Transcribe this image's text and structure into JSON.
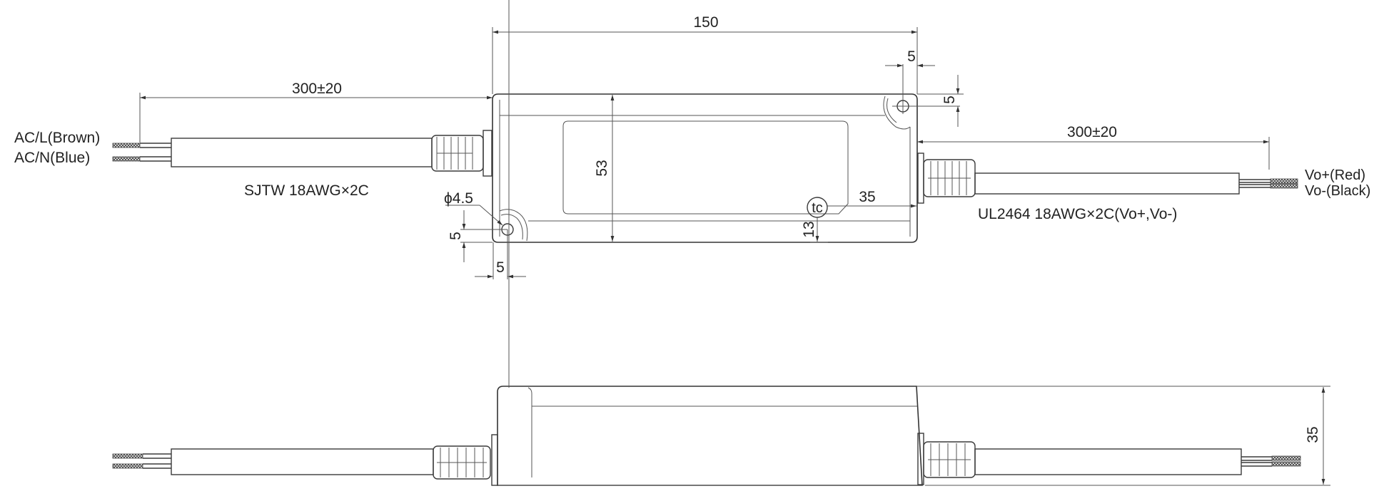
{
  "top_view": {
    "overall_length": "150",
    "input_cable_length": "300±20",
    "output_cable_length": "300±20",
    "height": "53",
    "mount_hole_offset_x_top": "5",
    "mount_hole_offset_y_top": "5",
    "mount_hole_offset_x_bottom": "5",
    "mount_hole_offset_y_bottom": "5",
    "mount_hole_diameter": "ϕ4.5",
    "tc_point_label": "tc",
    "tc_offset_x": "35",
    "tc_offset_y": "13",
    "input_wires": {
      "line": "AC/L(Brown)",
      "neutral": "AC/N(Blue)",
      "cable_spec": "SJTW 18AWG×2C"
    },
    "output_wires": {
      "positive": "Vo+(Red)",
      "negative": "Vo-(Black)",
      "cable_spec": "UL2464 18AWG×2C(Vo+,Vo-)"
    }
  },
  "side_view": {
    "thickness": "35"
  }
}
